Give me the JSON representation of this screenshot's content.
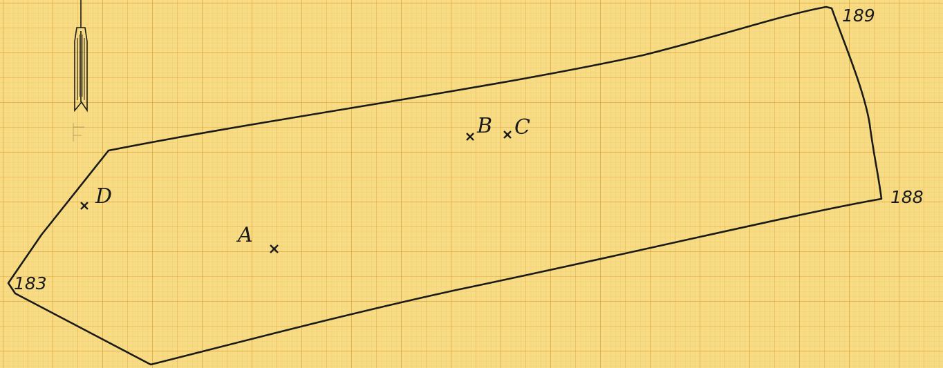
{
  "theme": {
    "paper_color": "#f7dc85",
    "grid_fine_color": "#e9b646",
    "grid_major_color": "#d99a2b",
    "ink_color": "#1a1a1a"
  },
  "icons": {
    "north_arrow": "north-arrow-icon"
  },
  "boundary": {
    "corners": [
      {
        "label": "189"
      },
      {
        "label": "188"
      },
      {
        "label": "183"
      }
    ]
  },
  "points": [
    {
      "label": "A"
    },
    {
      "label": "B"
    },
    {
      "label": "C"
    },
    {
      "label": "D"
    }
  ]
}
